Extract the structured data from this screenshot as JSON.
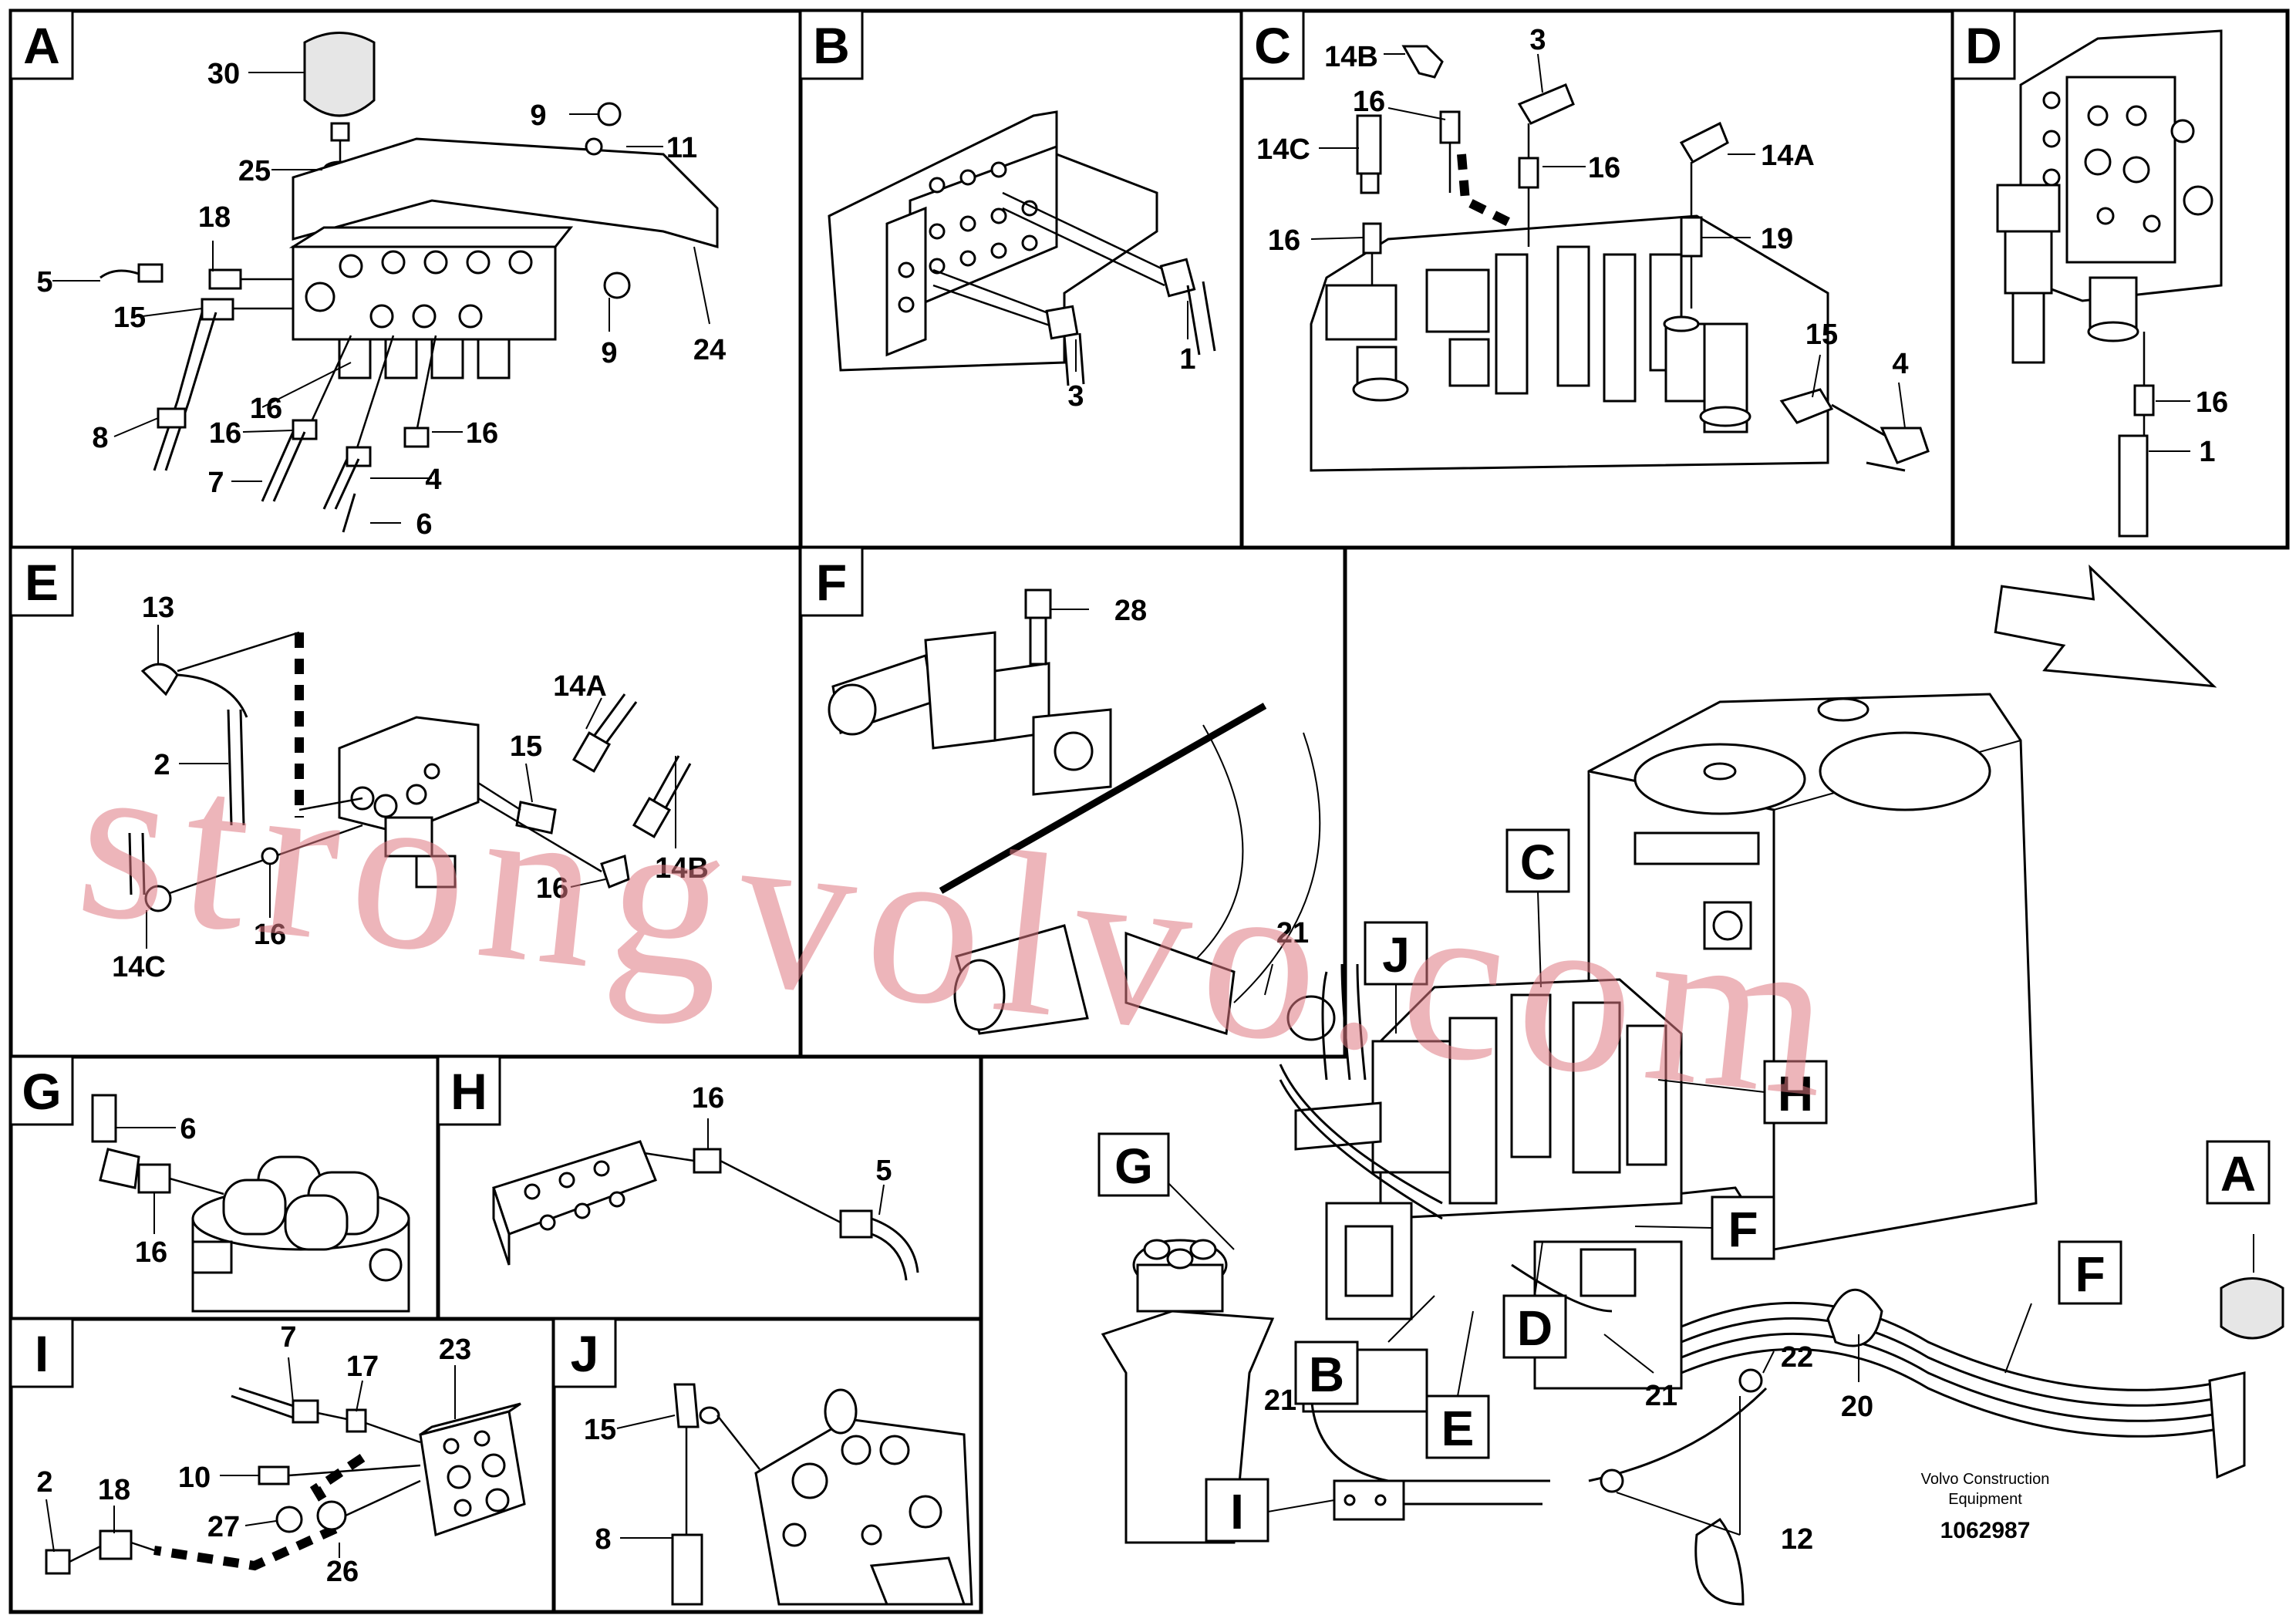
{
  "panels": {
    "A": {
      "letter": "A",
      "labels": [
        "30",
        "25",
        "9",
        "11",
        "18",
        "5",
        "15",
        "8",
        "16",
        "16",
        "16",
        "7",
        "4",
        "6",
        "9",
        "24"
      ]
    },
    "B": {
      "letter": "B",
      "labels": [
        "1",
        "3"
      ]
    },
    "C": {
      "letter": "C",
      "labels": [
        "14B",
        "3",
        "16",
        "14C",
        "16",
        "14A",
        "16",
        "19",
        "15",
        "4"
      ]
    },
    "D": {
      "letter": "D",
      "labels": [
        "16",
        "1"
      ]
    },
    "E": {
      "letter": "E",
      "labels": [
        "13",
        "14A",
        "15",
        "2",
        "14B",
        "16",
        "16",
        "14C"
      ]
    },
    "F": {
      "letter": "F",
      "labels": [
        "28",
        "21"
      ]
    },
    "G": {
      "letter": "G",
      "labels": [
        "6",
        "16"
      ]
    },
    "H": {
      "letter": "H",
      "labels": [
        "16",
        "5"
      ]
    },
    "I": {
      "letter": "I",
      "labels": [
        "7",
        "17",
        "23",
        "18",
        "2",
        "10",
        "27",
        "26"
      ]
    },
    "J": {
      "letter": "J",
      "labels": [
        "15",
        "8"
      ]
    }
  },
  "overview": {
    "callouts": [
      "C",
      "J",
      "H",
      "G",
      "F",
      "D",
      "B",
      "E",
      "I",
      "F",
      "A"
    ],
    "labels": [
      "22",
      "20",
      "21",
      "21",
      "12"
    ]
  },
  "credit": {
    "line1": "Volvo Construction",
    "line2": "Equipment",
    "docnum": "1062987"
  },
  "watermark": "strongvolvo.com"
}
